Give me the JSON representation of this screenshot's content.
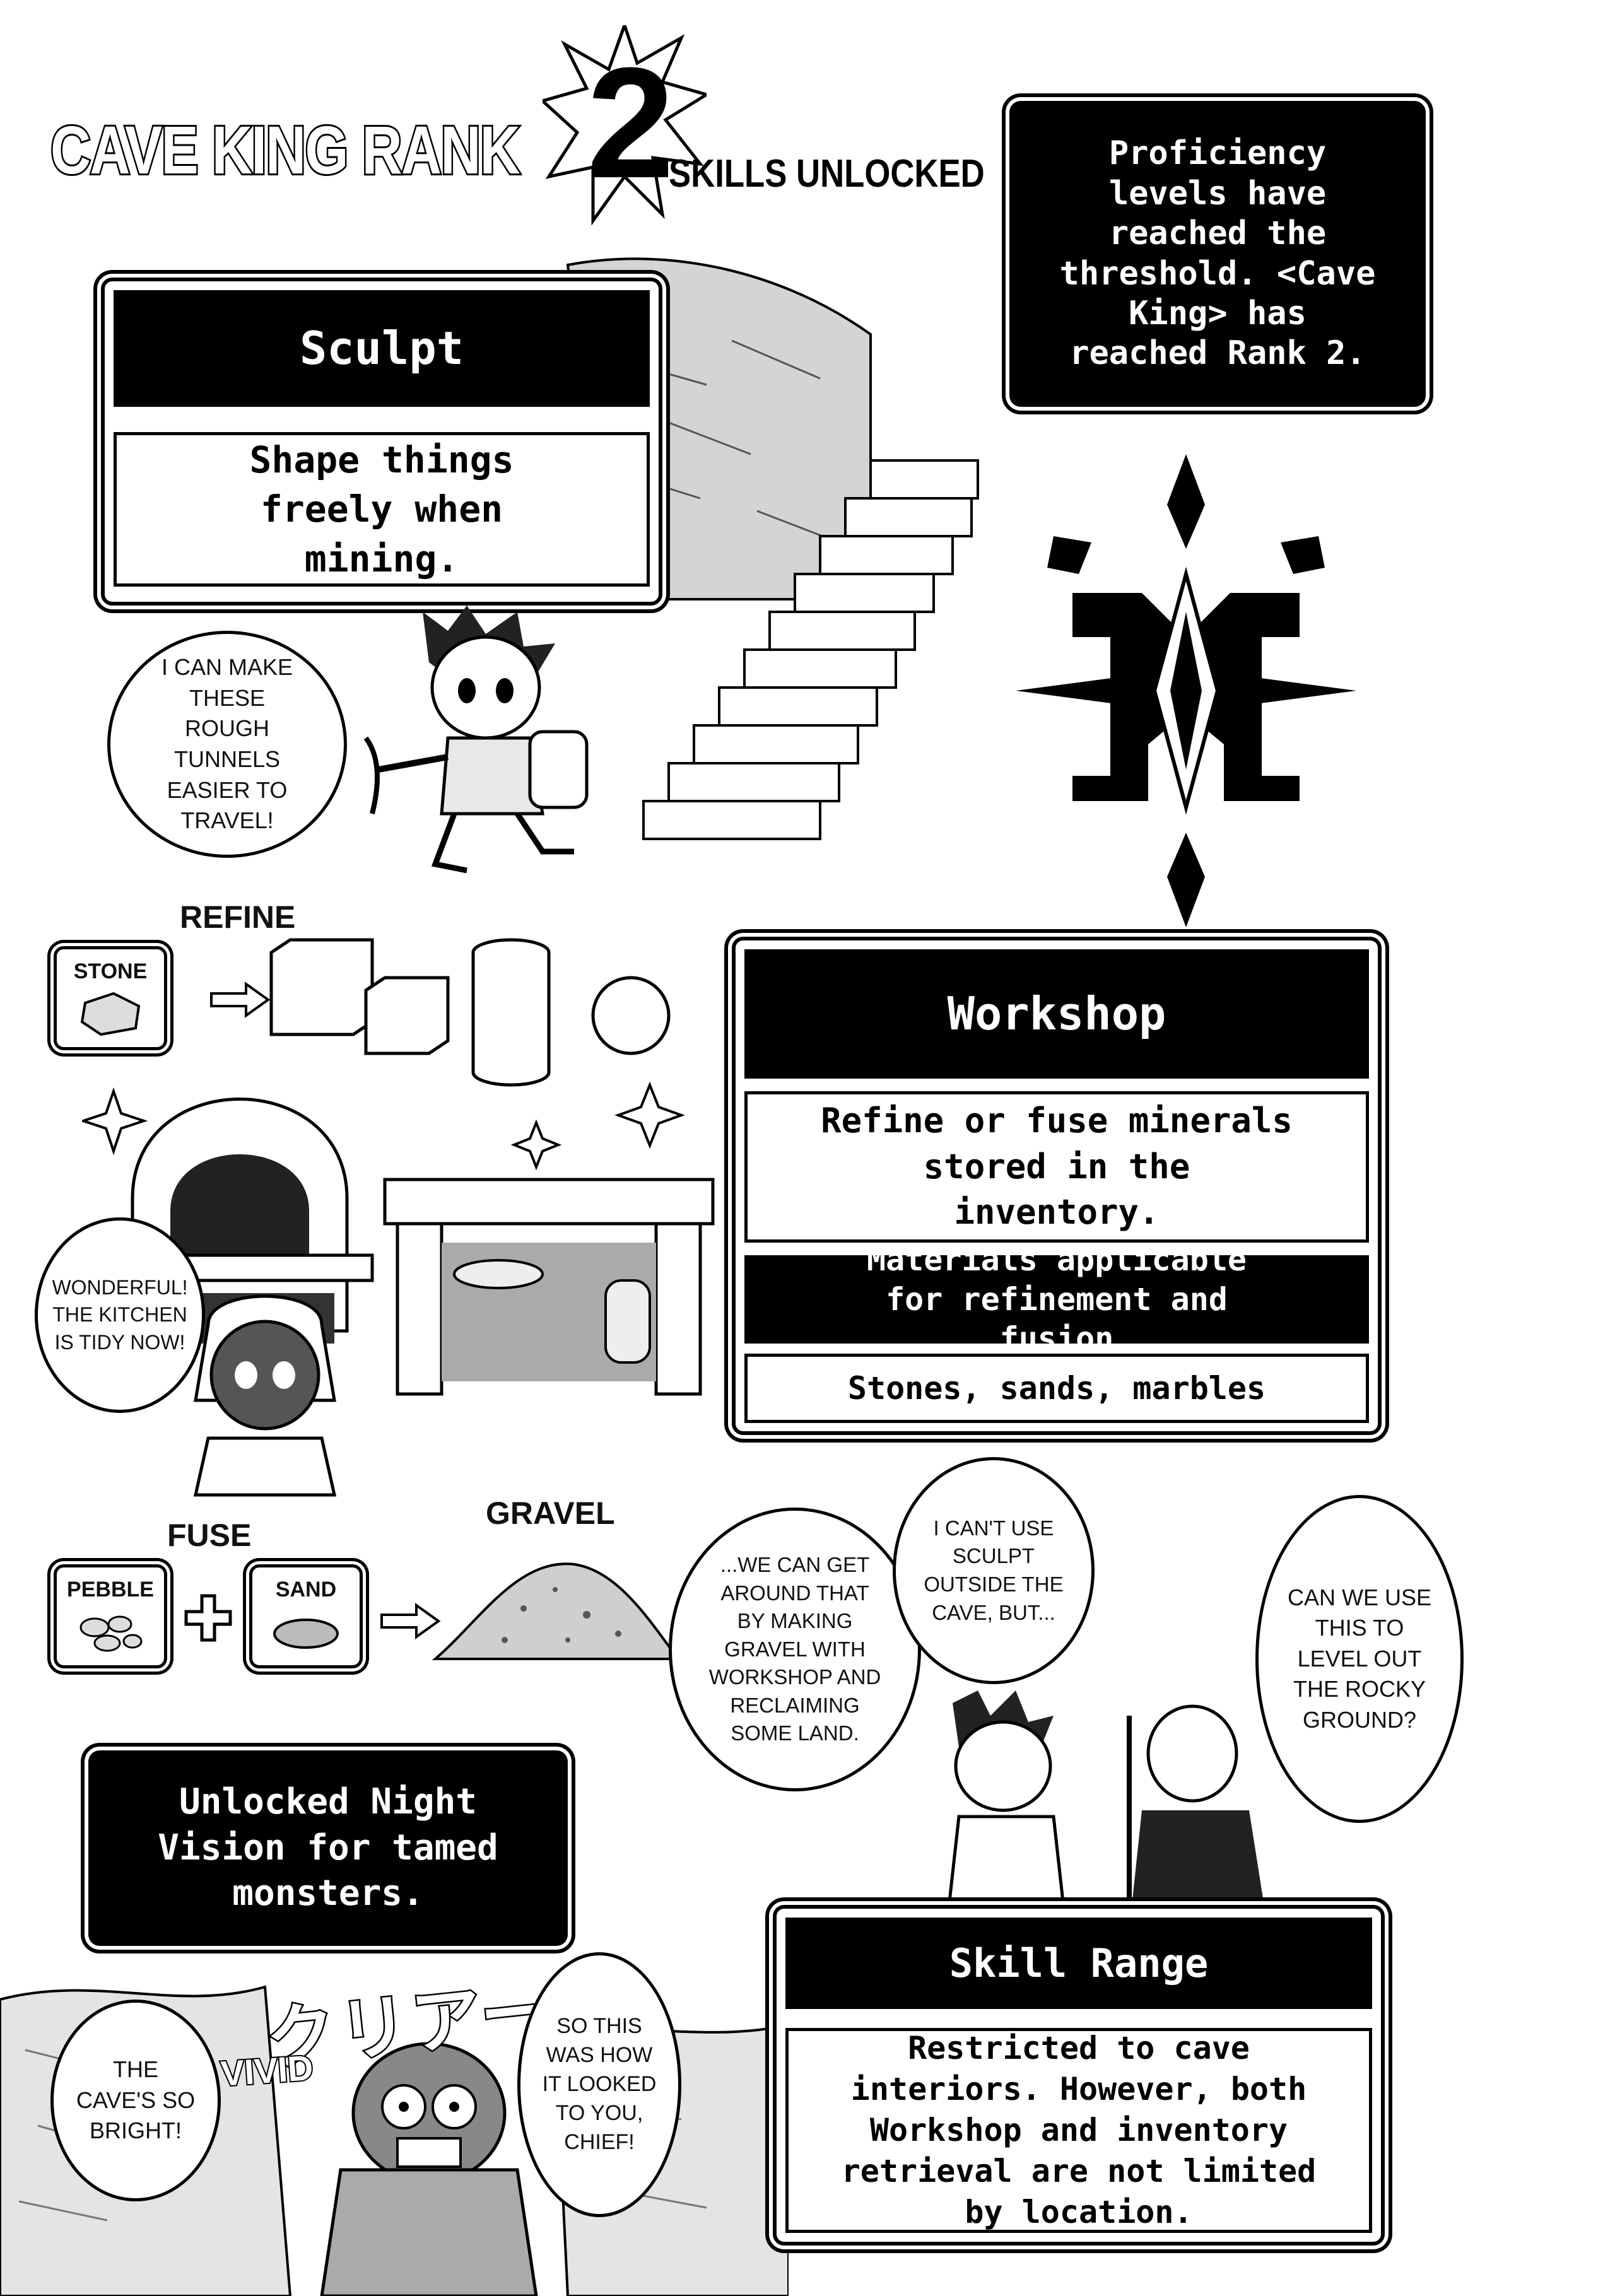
{
  "title": {
    "main": "CAVE KING RANK",
    "number": "2",
    "sub": "SKILLS UNLOCKED"
  },
  "notice": "Proficiency levels have reached the threshold. <Cave King> has reached Rank 2.",
  "sculpt": {
    "name": "Sculpt",
    "desc": "Shape things freely when mining."
  },
  "workshop": {
    "name": "Workshop",
    "desc": "Refine or fuse minerals stored in the inventory.",
    "materials_header": "Materials applicable for refinement and fusion",
    "materials": "Stones, sands, marbles"
  },
  "night_vision": "Unlocked Night Vision for tamed monsters.",
  "skill_range": {
    "name": "Skill Range",
    "desc": "Restricted to cave interiors. However, both Workshop and inventory retrieval are not limited by location."
  },
  "diagram": {
    "refine_label": "REFINE",
    "stone_label": "STONE",
    "fuse_label": "FUSE",
    "pebble_label": "PEBBLE",
    "sand_label": "SAND",
    "gravel_label": "GRAVEL"
  },
  "bubbles": {
    "tunnels": "I CAN MAKE THESE ROUGH TUNNELS EASIER TO TRAVEL!",
    "kitchen": "WONDERFUL! THE KITCHEN IS TIDY NOW!",
    "gravel": "...WE CAN GET AROUND THAT BY MAKING GRAVEL WITH WORKSHOP AND RECLAIMING SOME LAND.",
    "outside": "I CAN'T USE SCULPT OUTSIDE THE CAVE, BUT...",
    "rocky": "CAN WE USE THIS TO LEVEL OUT THE ROCKY GROUND?",
    "bright": "THE CAVE'S SO BRIGHT!",
    "chief": "SO THIS WAS HOW IT LOOKED TO YOU, CHIEF!"
  },
  "sfx": {
    "katakana": "クリアー",
    "vivid": "VIVID"
  },
  "colors": {
    "ink": "#000000",
    "paper": "#ffffff",
    "tone": "#b8b8b8"
  }
}
